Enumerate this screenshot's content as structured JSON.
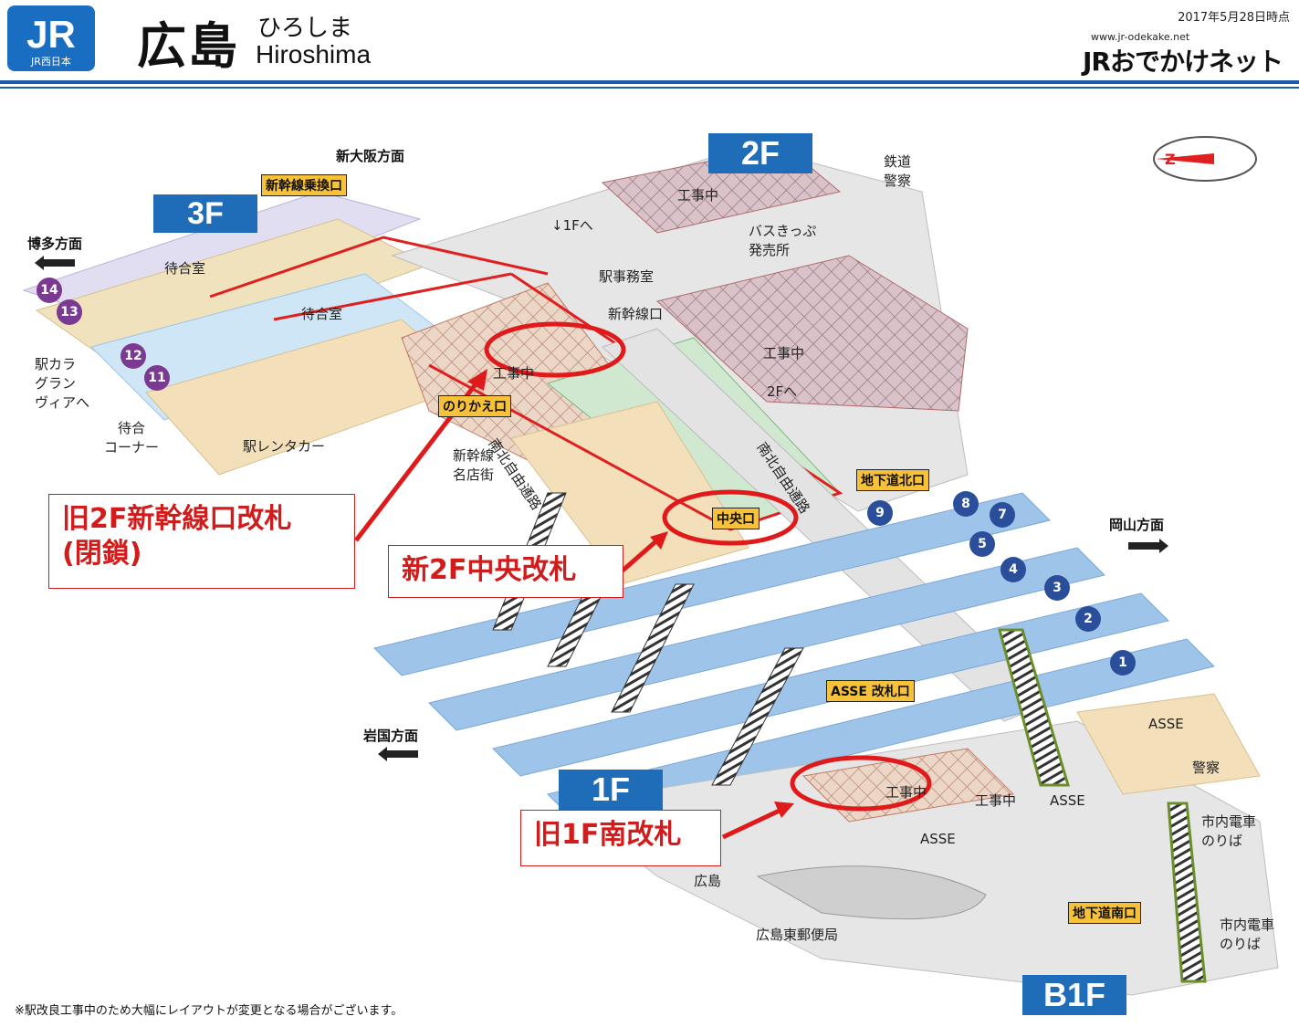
{
  "header": {
    "operator_logo_text": "JR",
    "operator_sub": "JR西日本",
    "station_jp": "広島",
    "station_kana": "ひろしま",
    "station_en": "Hiroshima",
    "date_note": "2017年5月28日時点",
    "brand_url": "www.jr-odekake.net",
    "brand_name": "JRおでかけネット"
  },
  "floors": {
    "f3": "3F",
    "f2": "2F",
    "f1": "1F",
    "b1": "B1F"
  },
  "directions": {
    "shin_osaka": "新大阪方面",
    "hakata": "博多方面",
    "okayama": "岡山方面",
    "iwakuni": "岩国方面"
  },
  "tags": {
    "shinkansen_transfer": "新幹線乗換口",
    "norikae": "のりかえ口",
    "central": "中央口",
    "north_underpass": "地下道北口",
    "asse_gate": "ASSE 改札口",
    "south_underpass": "地下道南口"
  },
  "labels": {
    "waiting_3f": "待合室",
    "waiting_2f": "待合室",
    "waiting_corner": "待合\nコーナー",
    "station_karagran": "駅カラ\nグラン\nヴィアへ",
    "rent_a_car": "駅レンタカー",
    "shinkansen_meitengai": "新幹線\n名店街",
    "construction_a": "工事中",
    "construction_b": "工事中",
    "construction_c": "工事中",
    "construction_d": "工事中",
    "construction_e": "工事中",
    "to_1f": "↓1Fへ",
    "to_2f": "2Fへ",
    "bus_ticket": "バスきっぷ\n発売所",
    "station_office": "駅事務室",
    "shinkansen_gate": "新幹線口",
    "railway_police": "鉄道\n警察",
    "police": "警察",
    "asse_1": "ASSE",
    "asse_2": "ASSE",
    "asse_3": "ASSE",
    "city_tram_1": "市内電車\nのりば",
    "city_tram_2": "市内電車\nのりば",
    "hiroshima_east_po": "広島東郵便局",
    "hiroshima": "広島",
    "corridor_south": "南北自由通路",
    "corridor_north": "南北自由通路"
  },
  "tracks": {
    "west": [
      "14",
      "13",
      "12",
      "11"
    ],
    "east": [
      "9",
      "8",
      "7",
      "5",
      "4",
      "3",
      "2",
      "1"
    ]
  },
  "annotations": {
    "old_2f": "旧2F新幹線口改札\n(閉鎖)",
    "new_2f": "新2F中央改札",
    "old_1f": "旧1F南改札"
  },
  "footnote": "※駅改良工事中のため大幅にレイアウトが変更となる場合がございます。",
  "colors": {
    "floor_blue": "#1f6cb8",
    "platform_blue": "#9fc4ea",
    "concourse_beige": "#f3dfba",
    "construction": "#e9c9c0",
    "gate_line": "#e02020",
    "tag_yellow": "#f7c23a",
    "annotation_red": "#d21c1c",
    "track_purple": "#7a3a92",
    "track_navy": "#2a4e9a"
  }
}
